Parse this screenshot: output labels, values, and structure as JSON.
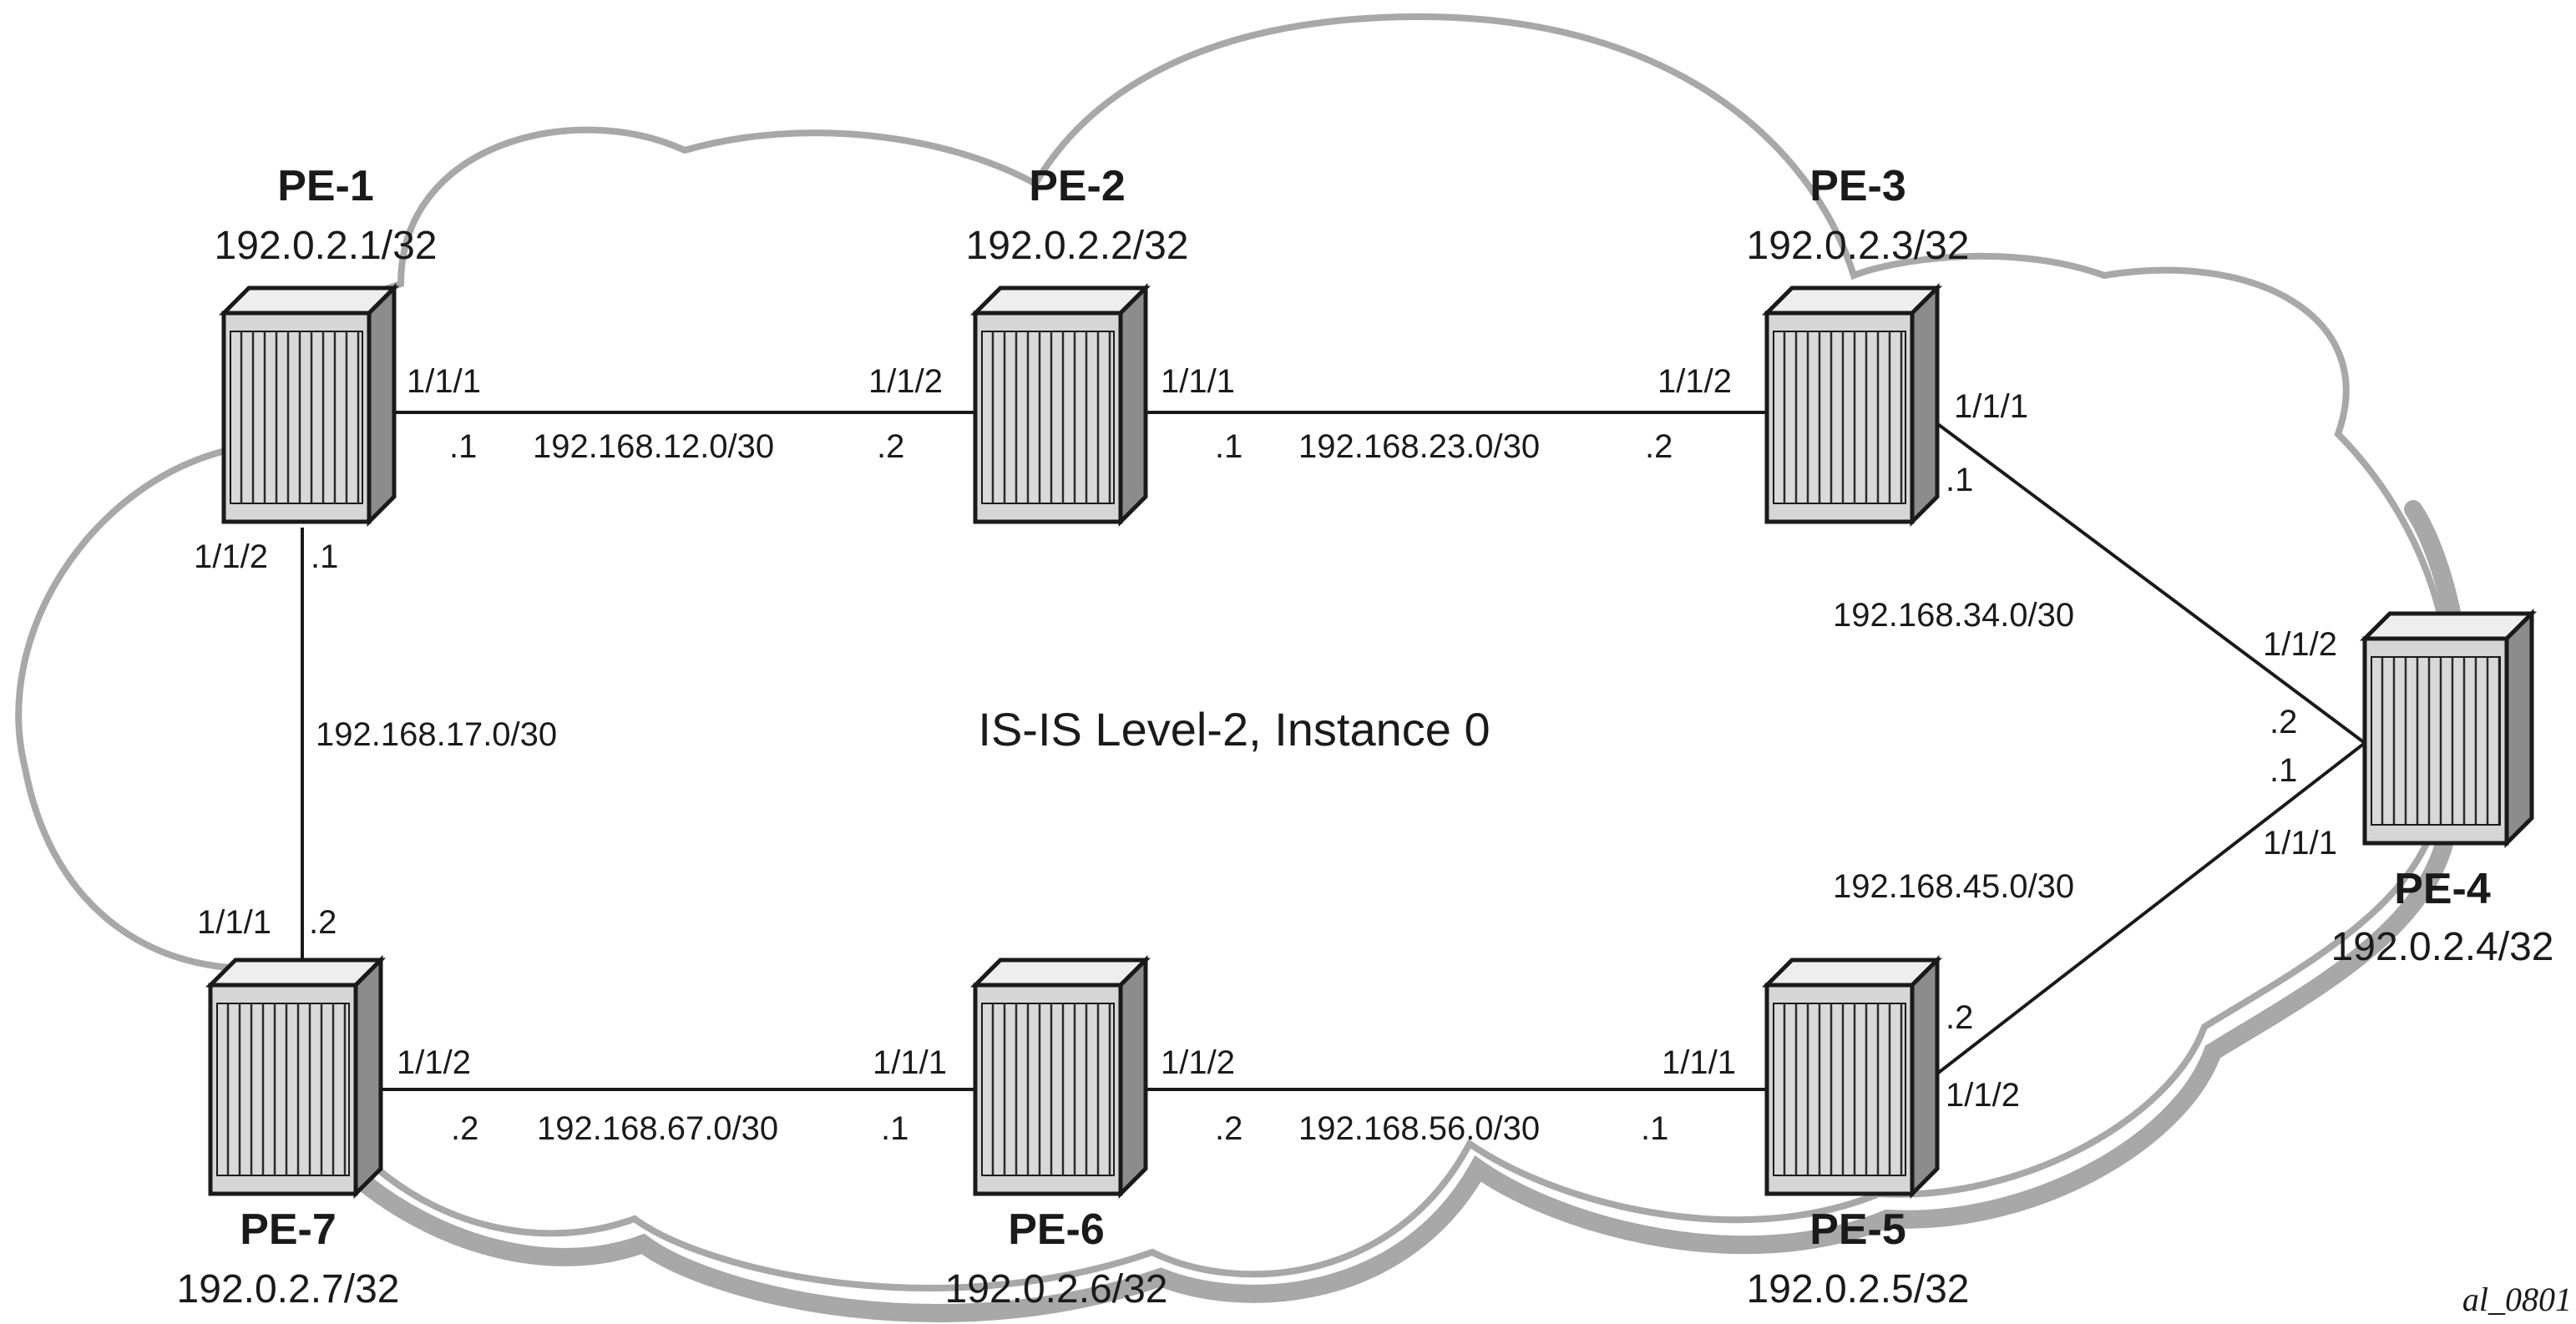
{
  "diagram": {
    "center_label": "IS-IS Level-2, Instance 0",
    "figure_id": "al_0801",
    "colors": {
      "cloud": "#a8a8a8",
      "router_body": "#d6d6d6",
      "router_shade": "#8c8c8c",
      "line": "#1a1a1a"
    },
    "routers": [
      {
        "id": "pe1",
        "name": "PE-1",
        "address": "192.0.2.1/32"
      },
      {
        "id": "pe2",
        "name": "PE-2",
        "address": "192.0.2.2/32"
      },
      {
        "id": "pe3",
        "name": "PE-3",
        "address": "192.0.2.3/32"
      },
      {
        "id": "pe4",
        "name": "PE-4",
        "address": "192.0.2.4/32"
      },
      {
        "id": "pe5",
        "name": "PE-5",
        "address": "192.0.2.5/32"
      },
      {
        "id": "pe6",
        "name": "PE-6",
        "address": "192.0.2.6/32"
      },
      {
        "id": "pe7",
        "name": "PE-7",
        "address": "192.0.2.7/32"
      }
    ],
    "links": [
      {
        "id": "pe1-pe2",
        "subnet": "192.168.12.0/30",
        "a_port": "1/1/1",
        "a_host": ".1",
        "b_port": "1/1/2",
        "b_host": ".2"
      },
      {
        "id": "pe2-pe3",
        "subnet": "192.168.23.0/30",
        "a_port": "1/1/1",
        "a_host": ".1",
        "b_port": "1/1/2",
        "b_host": ".2"
      },
      {
        "id": "pe3-pe4",
        "subnet": "192.168.34.0/30",
        "a_port": "1/1/1",
        "a_host": ".1",
        "b_port": "1/1/2",
        "b_host": ".2"
      },
      {
        "id": "pe4-pe5",
        "subnet": "192.168.45.0/30",
        "a_port": "1/1/1",
        "a_host": ".1",
        "b_port": "1/1/2",
        "b_host": ".2"
      },
      {
        "id": "pe5-pe6",
        "subnet": "192.168.56.0/30",
        "a_port": "1/1/1",
        "a_host": ".1",
        "b_port": "1/1/2",
        "b_host": ".2"
      },
      {
        "id": "pe6-pe7",
        "subnet": "192.168.67.0/30",
        "a_port": "1/1/1",
        "a_host": ".1",
        "b_port": "1/1/2",
        "b_host": ".2"
      },
      {
        "id": "pe1-pe7",
        "subnet": "192.168.17.0/30",
        "a_port": "1/1/2",
        "a_host": ".1",
        "b_port": "1/1/1",
        "b_host": ".2"
      }
    ]
  }
}
